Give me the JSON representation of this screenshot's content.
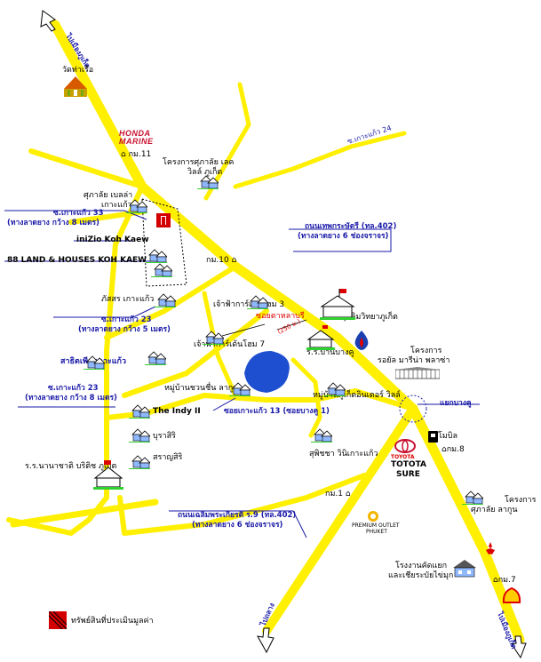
{
  "colors": {
    "road": "#ffef00",
    "road_edge": "#d6c600",
    "leader_line": "#1a1aa8",
    "water": "#1d4fd0",
    "house_fill": "#8fb8ff",
    "grass": "#2fd02f",
    "property_marker": "#d40000"
  },
  "roads": {
    "to_phuket_top": "ไปเมืองภูเก็ต",
    "to_phuket_bottom": "ไปเมืองภูเก็ต",
    "to_thalang": "ไปถลาง",
    "soi_24": "ซ.เกาะแก้ว 24",
    "soi_33": "ซ.เกาะแก้ว 33",
    "soi_33_note": "(ทางลาดยาง กว้าง 8 เมตร)",
    "soi_23a": "ซ.เกาะแก้ว 23",
    "soi_23a_note": "(ทางลาดยาง กว้าง 5 เมตร)",
    "soi_23b": "ซ.เกาะแก้ว 23",
    "soi_23b_note": "(ทางลาดยาง กว้าง 8 เมตร)",
    "thepkrasattri": "ถนนเทพกระษัตรี (ทล.402)",
    "thepkrasattri_note": "(ทางลาดยาง 6 ช่องจราจร)",
    "chaloem": "ถนนเฉลิมพระเกียรติ ร.9 (ทล.402)",
    "chaloem_note": "(ทางลาดยาง 6 ช่องจราจร)",
    "soi_13": "ซอยเกาะแก้ว 13 (ซอยบางคู 1)",
    "soi_tha_lang": "ซอยตาหลาบรี",
    "distance": "(250 ม.)",
    "bang_khu_junction": "แยกบางคู"
  },
  "km_markers": {
    "km11": "กม.11",
    "km10": "กม.10",
    "km1": "กม.1",
    "km8": "กม.8",
    "km7": "กม.7"
  },
  "places": {
    "wat_tha_rua": "วัดท่าเรือ",
    "honda_1": "HONDA",
    "honda_2": "MARINE",
    "supalai_lake": "โครงการศุภาลัย เลค",
    "supalai_lake_2": "วิลล์ ภูเก็ต",
    "supalai_bella": "ศุภาลัย เบลล่า",
    "supalai_bella_2": "เกาะแก้ว",
    "inizio": "iniZio Koh Kaew",
    "land_houses": "88 LAND & HOUSES KOH KAEW",
    "phatsara": "ภัสสร เกาะแก้ว",
    "chaofa_3": "เจ้าฟ้าการ์เด้นโฮม 3",
    "chaofa_7": "เจ้าฟ้าการ์เด้นโฮม 7",
    "sathaphon": "สาธิตเพีย เกาะแก้ว",
    "chuan_chuen": "หมู่บ้านชวนชื่น ลากูน",
    "indy": "The Indy II",
    "burasiri": "บุราสิริ",
    "saransiri": "สราญสิริ",
    "british_school": "ร.ร.นานาชาติ บริติช ภูเก็ต",
    "muslim_school": "ร.ร.มุสลิมวิทยาภูเก็ต",
    "bang_khu_school": "ร.ร.บ้านบางคู",
    "royal_marina": "โครงการ",
    "royal_marina_2": "รอยัล มารีน่า พลาซ่า",
    "phuket_interest": "หมู่บ้านภูเก็ตอินเตอร์ วิลล์",
    "supicha": "สุพิชชา วินิเกาะแก้ว",
    "toyota": "TOYOTA",
    "toyota_2": "TOTOTA",
    "toyota_3": "SURE",
    "mobil": "โมบิล",
    "supalai_lagoon": "โครงการ",
    "supalai_lagoon_2": "ศุภาลัย ลากูน",
    "premium_outlet": "PREMIUM OUTLET",
    "premium_outlet_2": "PHUKET",
    "factory": "โรงงานคัดแยก",
    "factory_2": "และเชียระบัยไข่มุก"
  },
  "legend": {
    "property": "ทรัพย์สินที่ประเมินมูลค่า"
  }
}
